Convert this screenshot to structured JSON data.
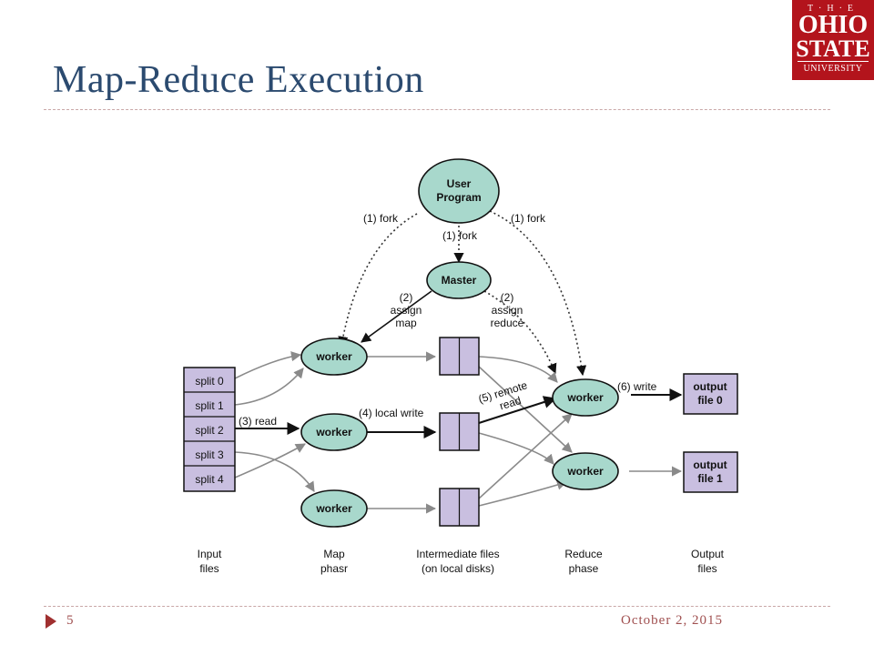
{
  "slide": {
    "title": "Map-Reduce Execution",
    "page_number": "5",
    "date": "October 2, 2015"
  },
  "logo": {
    "line1": "T·H·E",
    "line2": "OHIO",
    "line3": "STATE",
    "line4": "UNIVERSITY",
    "background": "#b3141c"
  },
  "diagram": {
    "nodes": {
      "user_program": [
        "User",
        "Program"
      ],
      "master": "Master",
      "worker_label": "worker"
    },
    "splits": [
      "split 0",
      "split 1",
      "split 2",
      "split 3",
      "split 4"
    ],
    "outputs": [
      [
        "output",
        "file 0"
      ],
      [
        "output",
        "file 1"
      ]
    ],
    "edge_labels": {
      "fork_left": "(1) fork",
      "fork_center": "(1) fork",
      "fork_right": "(1) fork",
      "assign_map": [
        "(2)",
        "assign",
        "map"
      ],
      "assign_reduce": [
        "(2)",
        "assign",
        "reduce"
      ],
      "read": "(3) read",
      "local_write": "(4) local write",
      "remote_read": [
        "(5) remote",
        "read"
      ],
      "write": "(6) write"
    },
    "phases": [
      [
        "Input",
        "files"
      ],
      [
        "Map",
        "phasr"
      ],
      [
        "Intermediate files",
        "(on local disks)"
      ],
      [
        "Reduce",
        "phase"
      ],
      [
        "Output",
        "files"
      ]
    ],
    "colors": {
      "node_fill": "#a8d8cc",
      "box_fill": "#c9bfe0",
      "title": "#2b4a6f"
    }
  }
}
